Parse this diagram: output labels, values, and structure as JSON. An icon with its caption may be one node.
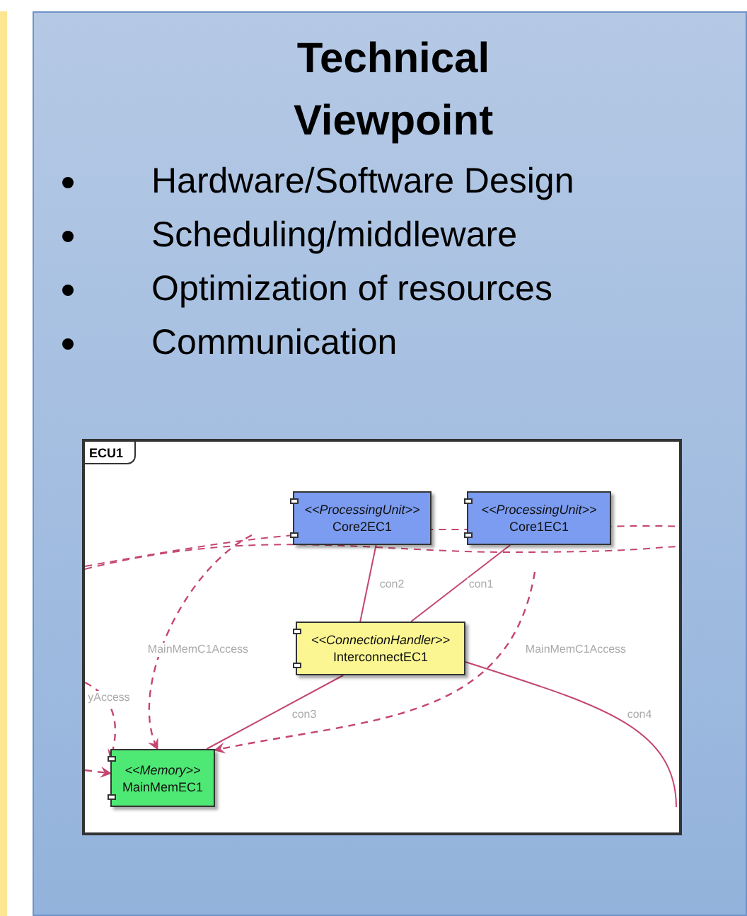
{
  "diagram": {
    "title": "Technical Viewpoint",
    "nodes": [
      {
        "text": [
          "ECU1"
        ]
      },
      {
        "text": [
          "<<ProcessingUnit>>",
          "Core2EC1"
        ],
        "in": 0
      },
      {
        "text": [
          "<<ProcessingUnit>>",
          "Core1EC1"
        ],
        "in": 0
      },
      {
        "text": [
          "<<ConnectionHandler>>",
          "InterconnectEC1"
        ],
        "in": 0
      },
      {
        "text": [
          "<<Memory>>",
          "MainMemEC1"
        ],
        "in": 0
      }
    ],
    "edges": [
      {
        "from": 1,
        "to": 3,
        "arrow": "none",
        "label": "con2"
      },
      {
        "from": 2,
        "to": 3,
        "arrow": "none",
        "label": "con1"
      },
      {
        "from": 3,
        "to": 4,
        "arrow": "none",
        "label": "con3"
      },
      {
        "from": 3,
        "to": null,
        "arrow": "none",
        "label": "con4"
      },
      {
        "from": null,
        "to": 4,
        "arrow": "to",
        "style": "dashed",
        "label": "yAccess"
      },
      {
        "from": null,
        "to": 4,
        "arrow": "to",
        "style": "dashed"
      },
      {
        "from": null,
        "to": 4,
        "arrow": "to",
        "style": "dashed",
        "label": "MainMemC1Access"
      },
      {
        "from": null,
        "to": 4,
        "arrow": "to",
        "style": "dashed",
        "label": "MainMemC1Access"
      }
    ],
    "labels": [
      "Hardware/Software Design",
      "Scheduling/middleware",
      "Optimization of resources",
      "Communication"
    ]
  }
}
